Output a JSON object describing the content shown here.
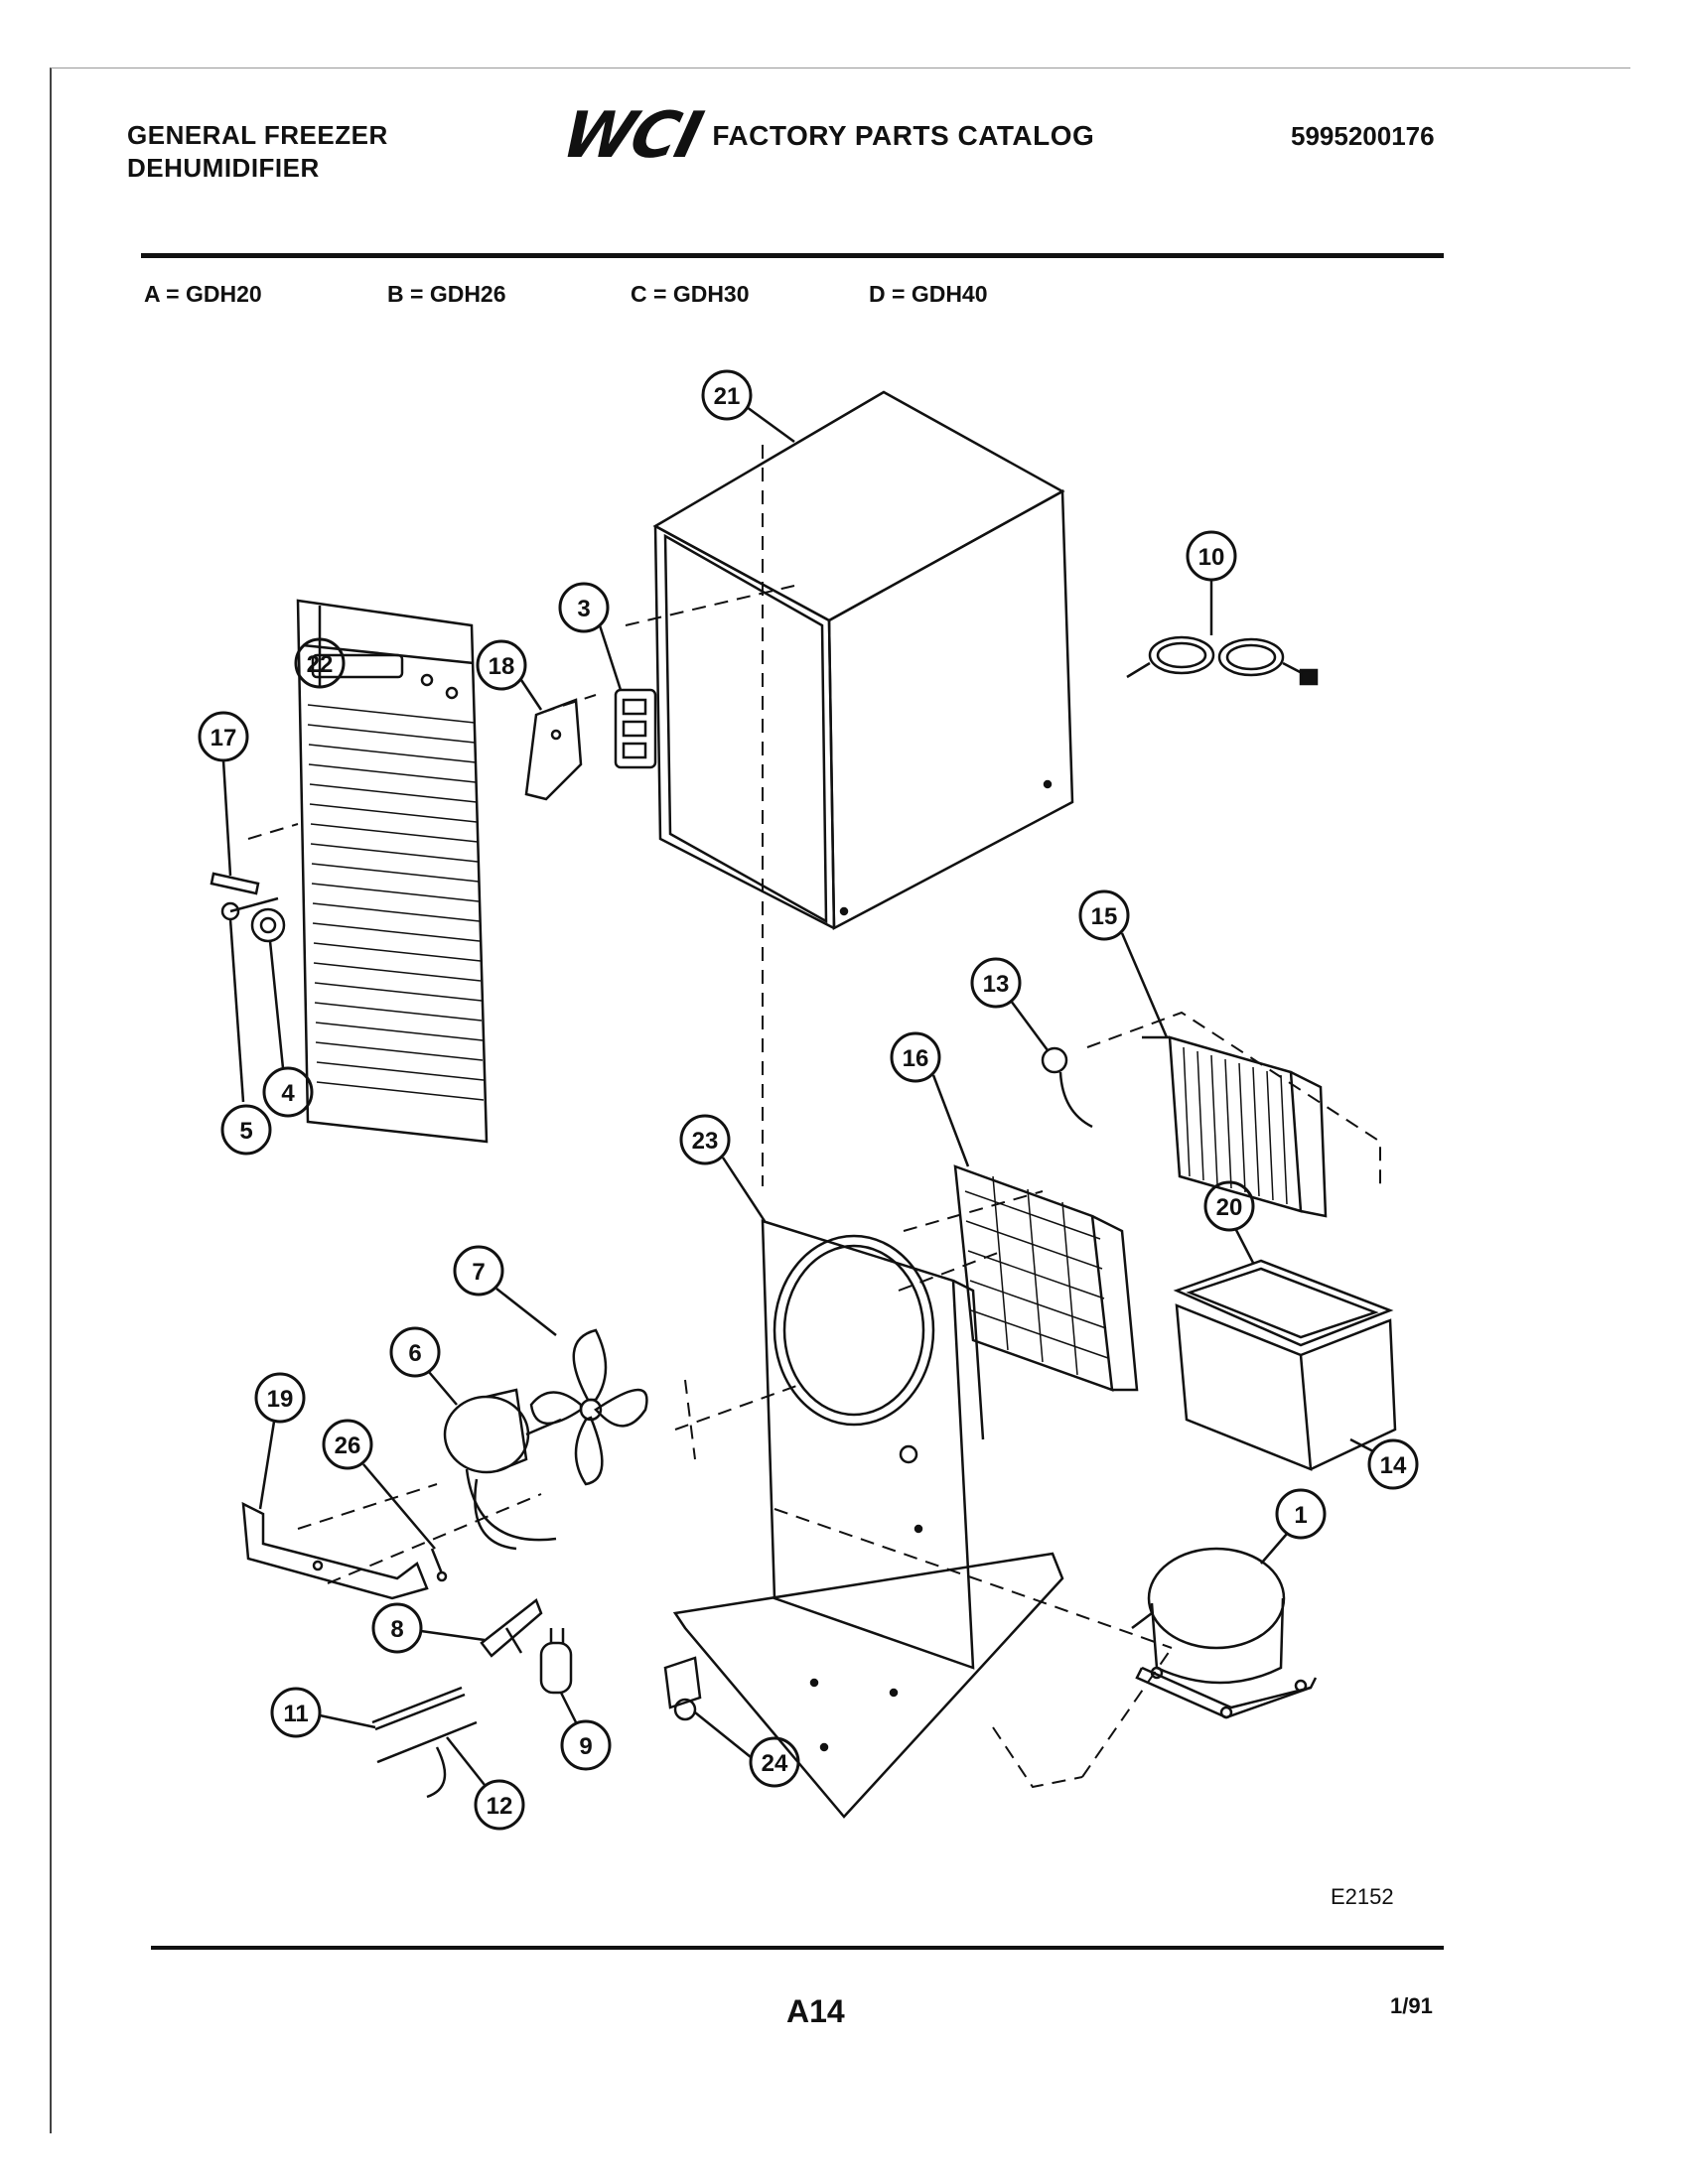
{
  "header": {
    "brand_line1": "GENERAL FREEZER",
    "brand_line2": "DEHUMIDIFIER",
    "logo_text": "WCI",
    "catalog_title": "FACTORY PARTS CATALOG",
    "catalog_number": "5995200176"
  },
  "models": [
    {
      "key": "A = GDH20"
    },
    {
      "key": "B = GDH26"
    },
    {
      "key": "C = GDH30"
    },
    {
      "key": "D = GDH40"
    }
  ],
  "callouts": [
    "21",
    "10",
    "3",
    "18",
    "22",
    "17",
    "4",
    "5",
    "15",
    "13",
    "16",
    "23",
    "20",
    "7",
    "6",
    "19",
    "26",
    "14",
    "1",
    "8",
    "11",
    "9",
    "24",
    "12"
  ],
  "footer": {
    "figure_id": "E2152",
    "page_number": "A14",
    "date": "1/91"
  }
}
